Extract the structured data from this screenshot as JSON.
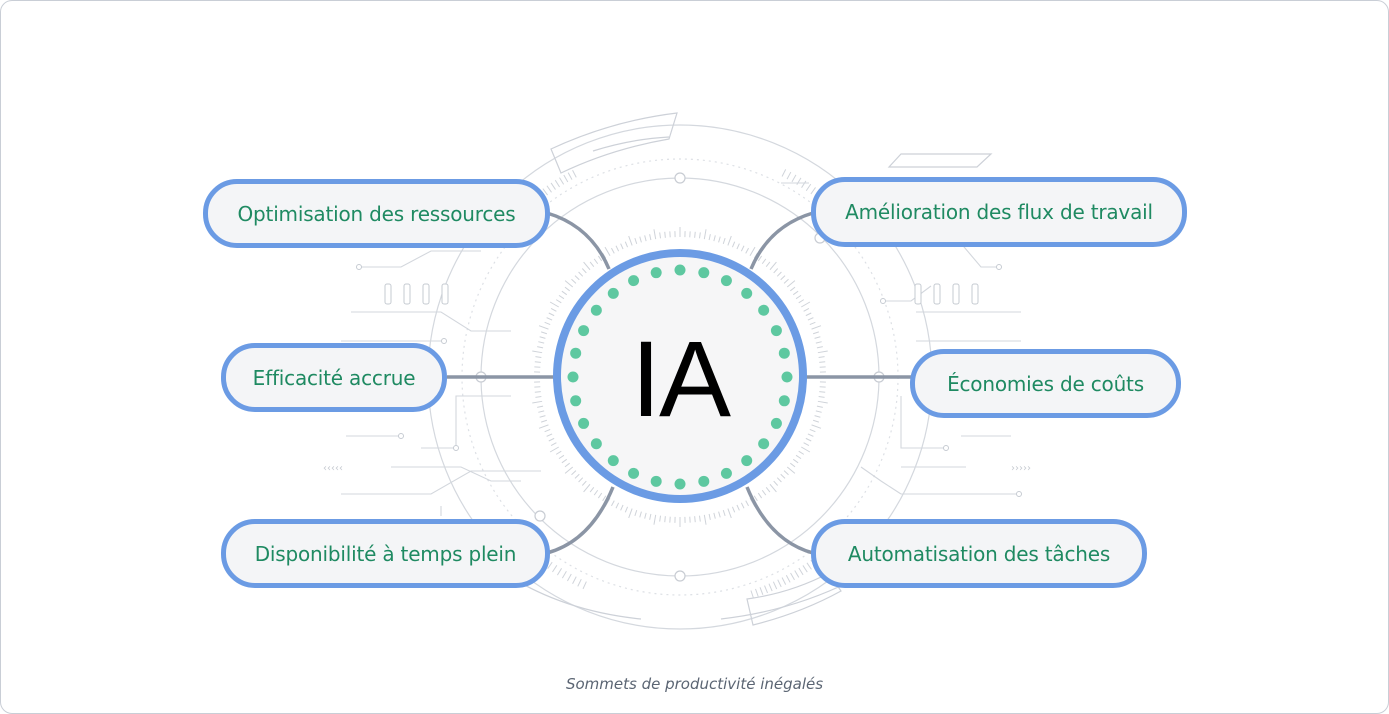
{
  "diagram": {
    "center_label": "IA",
    "nodes": [
      {
        "id": "top-left",
        "label": "Optimisation des ressources"
      },
      {
        "id": "mid-left",
        "label": "Efficacité accrue"
      },
      {
        "id": "bottom-left",
        "label": "Disponibilité à temps plein"
      },
      {
        "id": "top-right",
        "label": "Amélioration des flux de travail"
      },
      {
        "id": "mid-right",
        "label": "Économies de coûts"
      },
      {
        "id": "bottom-right",
        "label": "Automatisation des tâches"
      }
    ],
    "caption": "Sommets de productivité inégalés",
    "colors": {
      "pill_border": "#6b9be4",
      "pill_text": "#1f8a62",
      "hub_border": "#6b9be4",
      "hub_dots": "#5ec8a0",
      "connector": "#8b95a5",
      "decor_lines": "#cfd3d9"
    }
  }
}
